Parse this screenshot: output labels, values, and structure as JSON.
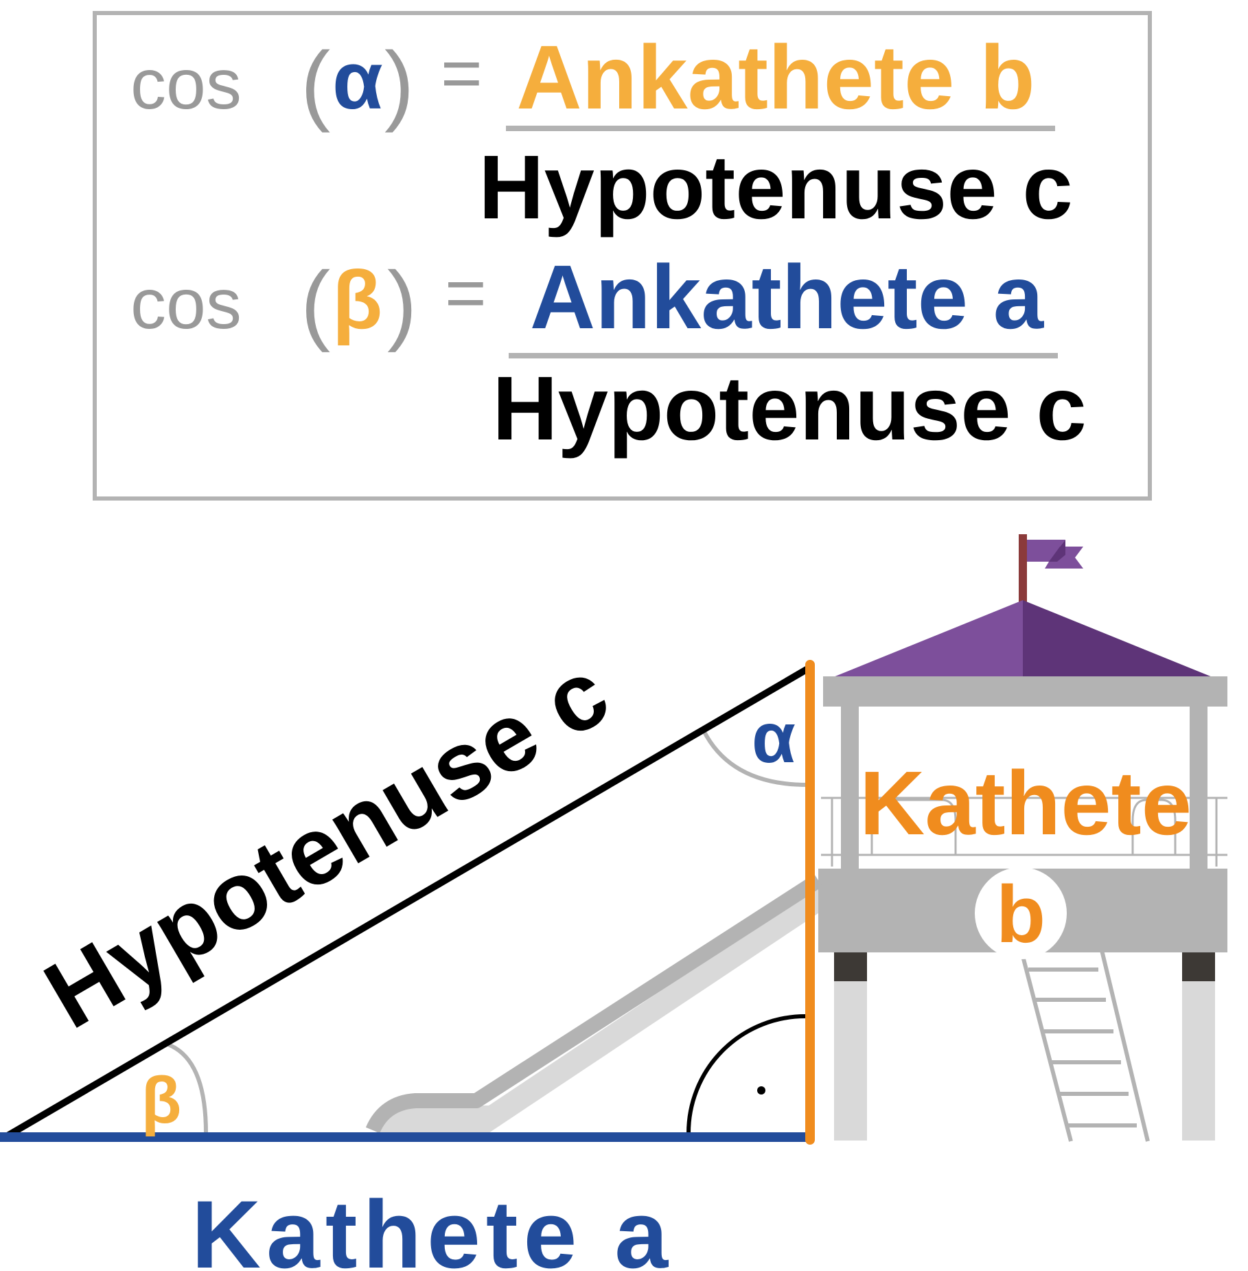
{
  "formula_box": {
    "row1": {
      "func": "cos",
      "open_paren": "(",
      "angle": "α",
      "close_paren": ")",
      "equals": "=",
      "numerator": "Ankathete b",
      "denominator": "Hypotenuse c"
    },
    "row2": {
      "func": "cos",
      "open_paren": "(",
      "angle": "β",
      "close_paren": ")",
      "equals": "=",
      "numerator": "Ankathete a",
      "denominator": "Hypotenuse c"
    }
  },
  "triangle": {
    "hypotenuse_label": "Hypotenuse c",
    "angle_alpha_label": "α",
    "angle_beta_label": "β",
    "right_angle_marker": "·",
    "vertical_side_label": "Kathete",
    "vertical_side_letter": "b",
    "bottom_side_label": "Kathete a"
  },
  "colors": {
    "gray_text": "#999999",
    "blue": "#224c9b",
    "light_orange": "#f5ae3d",
    "orange": "#f08c1e",
    "black": "#000000",
    "box_border": "#b3b3b3",
    "purple_roof_light": "#7d4f9b",
    "purple_roof_dark": "#5e3478",
    "flag_pole": "#8b3a3a",
    "structure_gray": "#b3b3b3",
    "structure_light": "#d9d9d9",
    "dark_brown": "#3d3935"
  }
}
